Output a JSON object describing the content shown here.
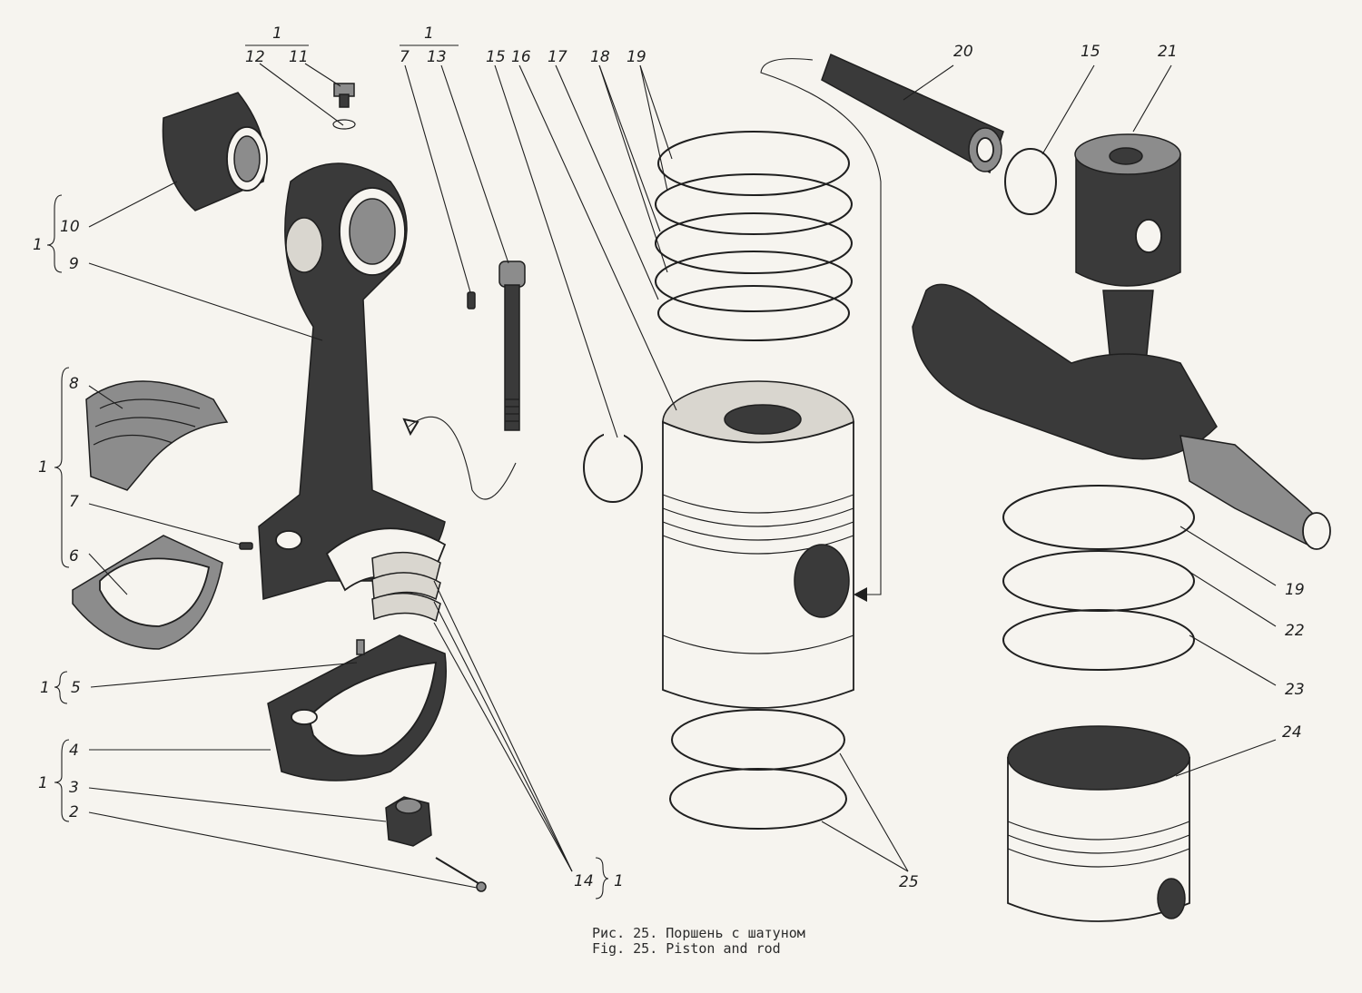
{
  "figure": {
    "caption_ru": "Рис. 25. Поршень с шатуном",
    "caption_en": "Fig. 25. Piston and rod"
  },
  "labels": {
    "l1": "1",
    "l2": "2",
    "l3": "3",
    "l4": "4",
    "l5": "5",
    "l6": "6",
    "l7": "7",
    "l8": "8",
    "l9": "9",
    "l10": "10",
    "l11": "11",
    "l12": "12",
    "l13": "13",
    "l14": "14",
    "l15": "15",
    "l16": "16",
    "l17": "17",
    "l18": "18",
    "l19": "19",
    "l20": "20",
    "l21": "21",
    "l22": "22",
    "l23": "23",
    "l24": "24",
    "l25": "25"
  },
  "colors": {
    "ink": "#1f1f1f",
    "paper": "#f6f4ef"
  }
}
